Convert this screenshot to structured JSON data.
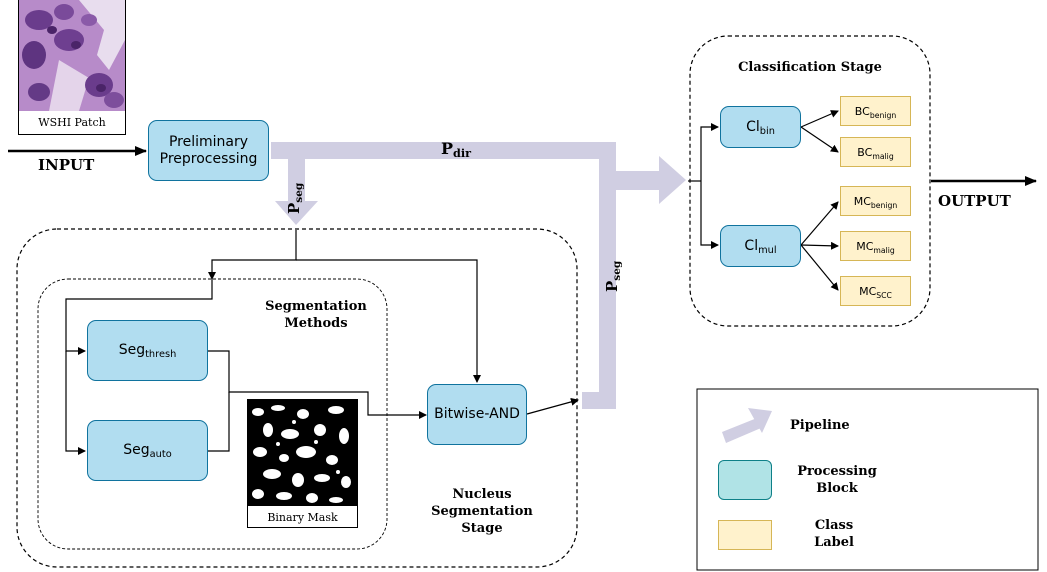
{
  "input": {
    "patch_caption": "WSHI Patch",
    "input_label": "INPUT"
  },
  "preprocess": {
    "line1": "Preliminary",
    "line2": "Preprocessing"
  },
  "pipelines": {
    "p_dir": {
      "main": "P",
      "sub": "dir"
    },
    "p_seg_left": {
      "main": "P",
      "sub": "seg"
    },
    "p_seg_right": {
      "main": "P",
      "sub": "seg"
    }
  },
  "segmentation": {
    "methods_title_line1": "Segmentation",
    "methods_title_line2": "Methods",
    "seg_thresh": {
      "main": "Seg",
      "sub": "thresh"
    },
    "seg_auto": {
      "main": "Seg",
      "sub": "auto"
    },
    "mask_caption": "Binary Mask",
    "and_block": "Bitwise-AND",
    "stage_line1": "Nucleus",
    "stage_line2": "Segmentation",
    "stage_line3": "Stage"
  },
  "classification": {
    "title": "Classification Stage",
    "cl_bin": {
      "main": "Cl",
      "sub": "bin"
    },
    "cl_mul": {
      "main": "Cl",
      "sub": "mul"
    },
    "labels": [
      {
        "main": "BC",
        "sub": "benign"
      },
      {
        "main": "BC",
        "sub": "malig"
      },
      {
        "main": "MC",
        "sub": "benign"
      },
      {
        "main": "MC",
        "sub": "malig"
      },
      {
        "main": "MC",
        "sub": "SCC"
      }
    ],
    "output_label": "OUTPUT"
  },
  "legend": {
    "pipeline": "Pipeline",
    "processing_line1": "Processing",
    "processing_line2": "Block",
    "class_line1": "Class",
    "class_line2": "Label"
  },
  "colors": {
    "processing_fill": "#b1ddf0",
    "processing_stroke": "#10739e",
    "label_fill": "#fff2cc",
    "label_stroke": "#d6b656",
    "pipeline": "#d0cee2",
    "legend_processing_fill": "#b0e3e6",
    "legend_processing_stroke": "#0e8088"
  }
}
